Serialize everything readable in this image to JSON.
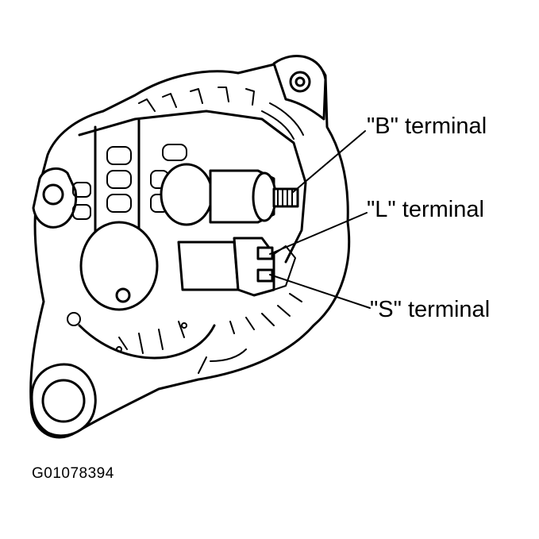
{
  "callouts": {
    "b_terminal": "\"B\" terminal",
    "l_terminal": "\"L\" terminal",
    "s_terminal": "\"S\" terminal"
  },
  "figure_id": "G01078394",
  "colors": {
    "ink": "#000000",
    "background": "#ffffff"
  }
}
